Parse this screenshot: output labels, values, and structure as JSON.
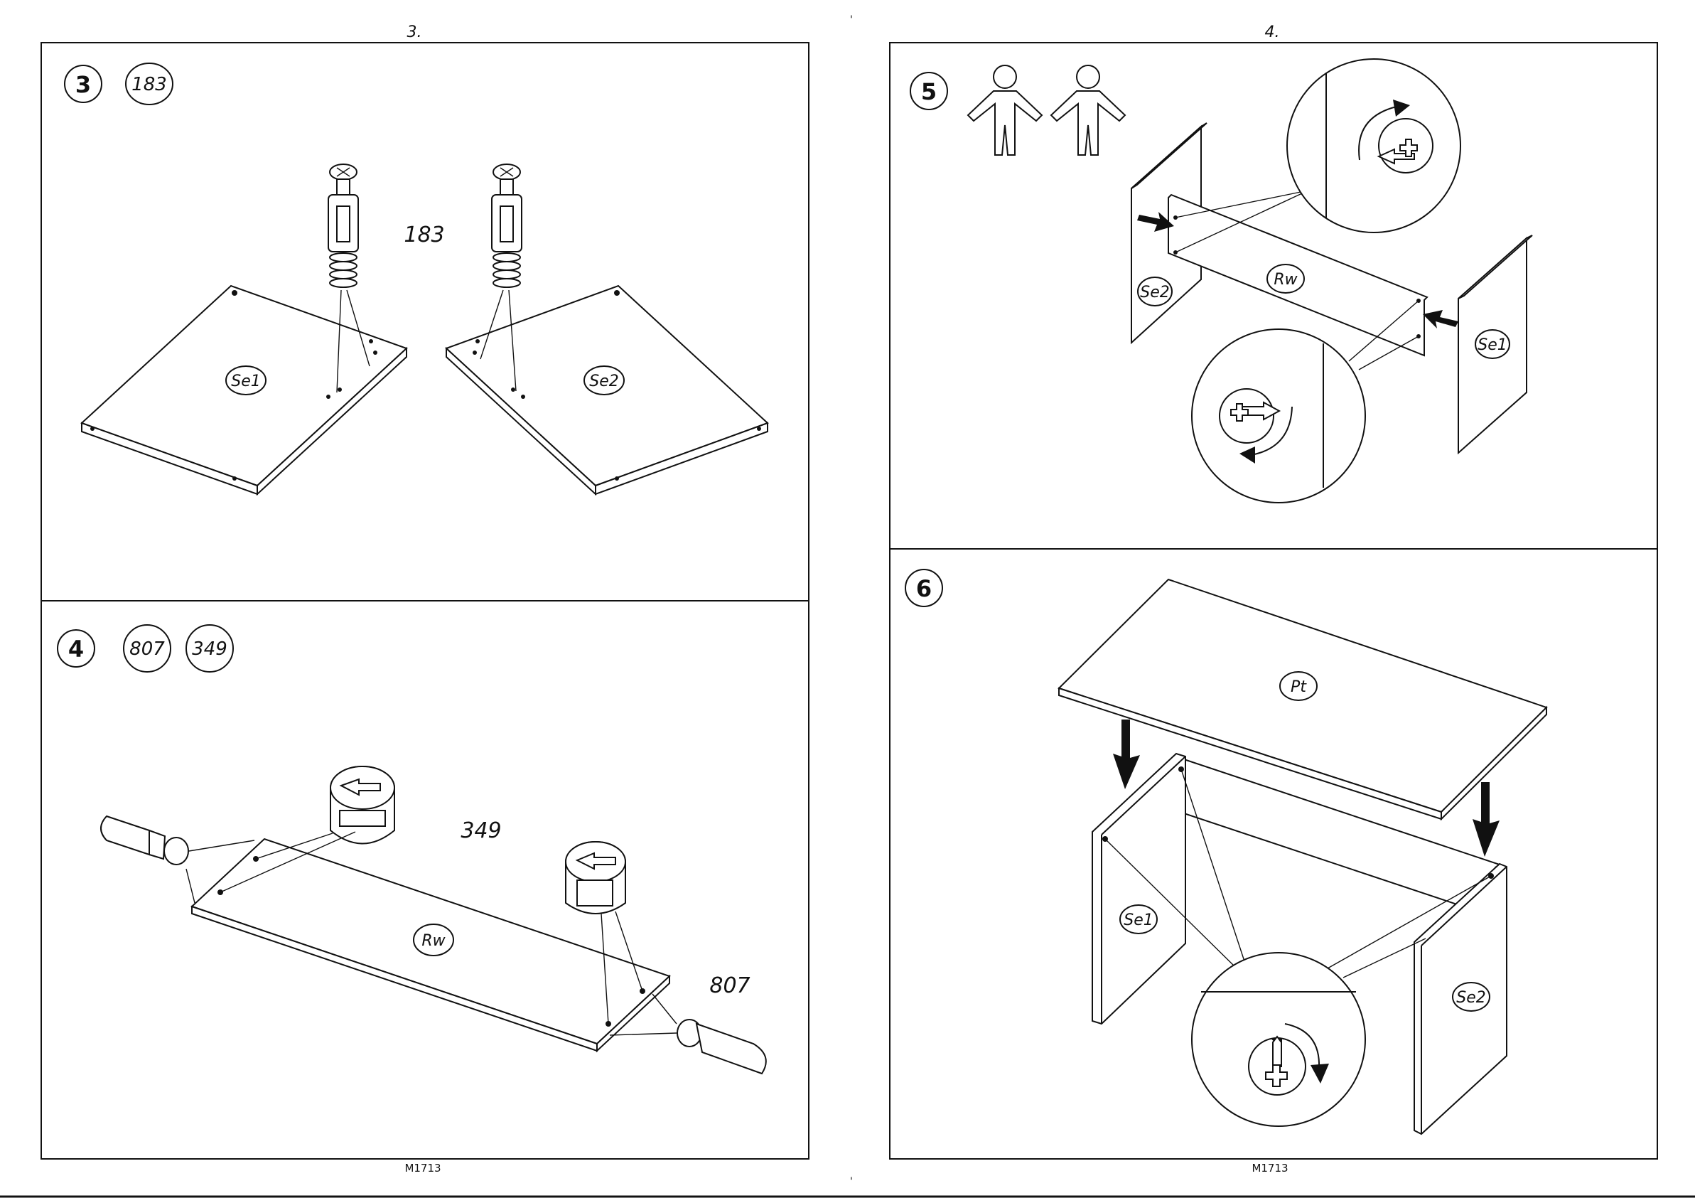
{
  "page_left": {
    "page_number": "3.",
    "footer_code": "M1713",
    "step_3": {
      "number": "3",
      "part_badge": "183",
      "part_callout": "183",
      "panel_left_label": "Se1",
      "panel_right_label": "Se2"
    },
    "step_4": {
      "number": "4",
      "part_badges": [
        "807",
        "349"
      ],
      "callout_cam": "349",
      "callout_bolt": "807",
      "panel_label": "Rw"
    }
  },
  "page_right": {
    "page_number": "4.",
    "footer_code": "M1713",
    "step_5": {
      "number": "5",
      "people_count": 2,
      "panel_back_label": "Rw",
      "panel_left_label": "Se2",
      "panel_right_label": "Se1"
    },
    "step_6": {
      "number": "6",
      "top_label": "Pt",
      "left_label": "Se1",
      "right_label": "Se2"
    }
  },
  "icons": [
    "screw-icon",
    "cam-lock-icon",
    "cam-bolt-icon",
    "person-icon",
    "rotate-clockwise-icon",
    "rotate-counterclockwise-icon",
    "arrow-down-icon",
    "arrow-right-icon",
    "arrow-left-icon"
  ]
}
